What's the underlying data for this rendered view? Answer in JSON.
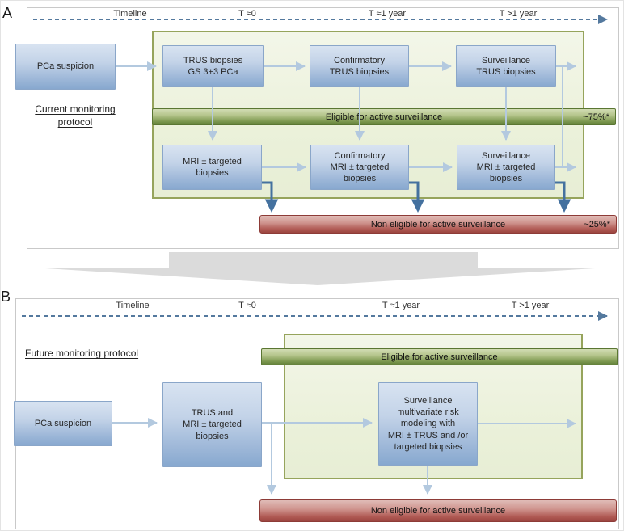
{
  "figure": {
    "type": "flowchart",
    "topic": "Prostate cancer active-surveillance monitoring protocols"
  },
  "panel_a": {
    "letter": "A",
    "timeline": {
      "title": "Timeline",
      "t0": "T ≈0",
      "t1": "T ≈1 year",
      "t2": "T >1 year"
    },
    "protocol_label": "Current monitoring \nprotocol",
    "suspicion_box": "PCa suspicion",
    "top_row": [
      "TRUS biopsies\nGS 3+3 PCa",
      "Confirmatory\nTRUS biopsies",
      "Surveillance\nTRUS biopsies"
    ],
    "bottom_row": [
      "MRI ± targeted\nbiopsies",
      "Confirmatory\nMRI ± targeted\nbiopsies",
      "Surveillance\nMRI ± targeted\nbiopsies"
    ],
    "eligible_bar": {
      "label": "Eligible for active surveillance",
      "value": "~75%*"
    },
    "non_eligible_bar": {
      "label": "Non eligible for active surveillance",
      "value": "~25%*"
    }
  },
  "panel_b": {
    "letter": "B",
    "timeline": {
      "title": "Timeline",
      "t0": "T ≈0",
      "t1": "T ≈1 year",
      "t2": "T >1 year"
    },
    "protocol_label": "Future monitoring protocol",
    "suspicion_box": "PCa suspicion",
    "entry_box": "TRUS and\nMRI ± targeted\nbiopsies",
    "surveillance_box": "Surveillance\nmultivariate risk\nmodeling with\nMRI ± TRUS and /or\ntargeted biopsies",
    "eligible_bar": {
      "label": "Eligible for active surveillance",
      "value": ""
    },
    "non_eligible_bar": {
      "label": "Non eligible for active surveillance",
      "value": ""
    }
  },
  "colors": {
    "box_blue_top": "#d8e3f1",
    "box_blue_bottom": "#87a8cf",
    "box_border": "#8aa6c9",
    "arrow_light": "#b3c9df",
    "arrow_dark": "#44719f",
    "timeline_dash_blue": "#54799e",
    "green_panel_fill": "#eef2e0",
    "green_panel_border": "#96a45c",
    "green_bar_dark": "#62803a",
    "red_bar_dark": "#9c4540",
    "divider_gray": "#dbdbdb",
    "panel_border_gray": "#c9c9c9"
  }
}
